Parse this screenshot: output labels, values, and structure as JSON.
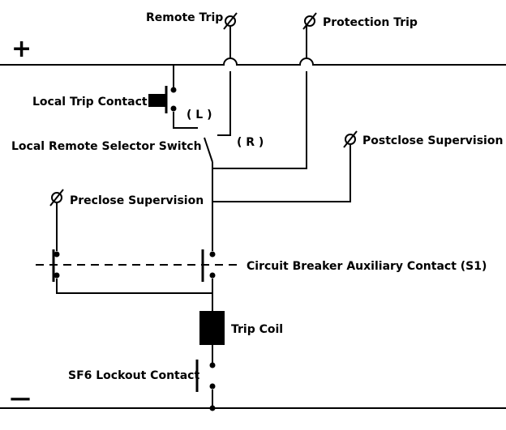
{
  "labels": {
    "remote_trip": "Remote Trip",
    "protection_trip": "Protection Trip",
    "local_trip_contact": "Local Trip Contact",
    "local_position": "( L )",
    "remote_position": "( R )",
    "selector_switch": "Local Remote Selector Switch",
    "postclose_supervision": "Postclose Supervision",
    "preclose_supervision": "Preclose Supervision",
    "cb_aux_contact": "Circuit Breaker Auxiliary Contact (S1)",
    "trip_coil": "Trip Coil",
    "sf6_lockout": "SF6 Lockout Contact",
    "plus": "+",
    "minus": "—"
  },
  "icons": [
    "terminal-icon",
    "contact-icon",
    "coil-icon"
  ]
}
